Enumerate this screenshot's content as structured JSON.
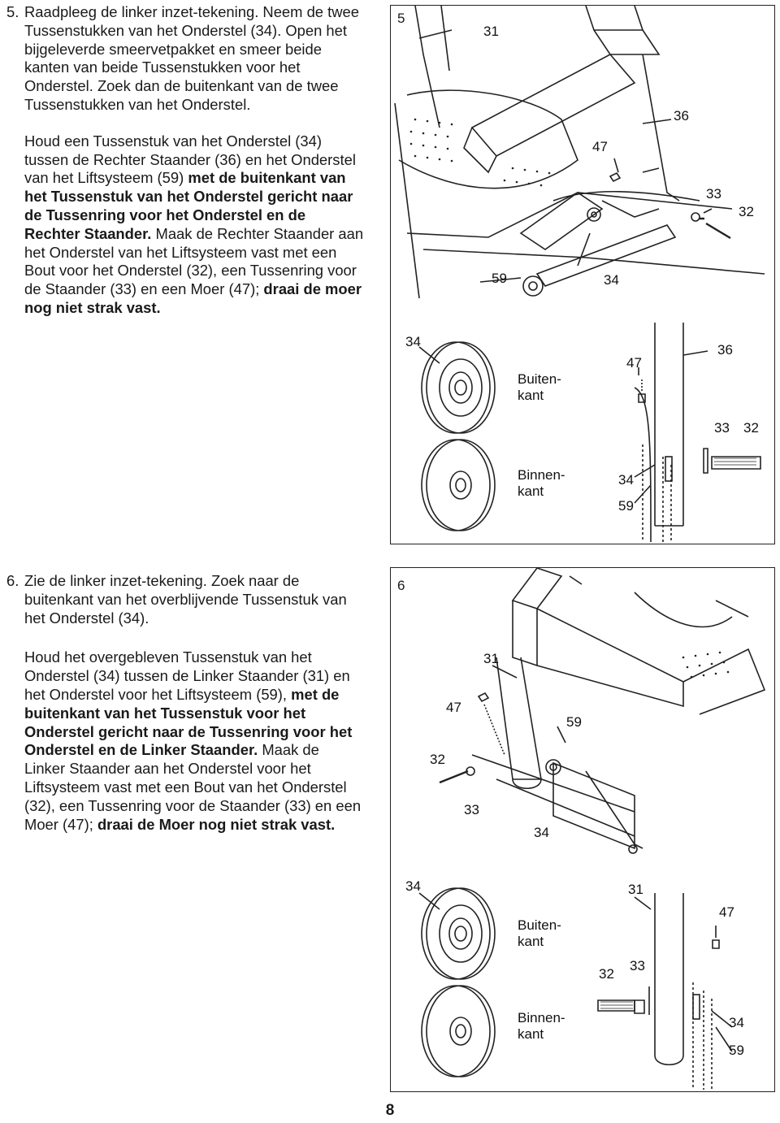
{
  "page_number": "8",
  "step5": {
    "number": "5.",
    "para1": "Raadpleeg de linker inzet-tekening. Neem de twee Tussenstukken van het Onderstel (34). Open het bijgeleverde smeervetpakket en smeer beide kanten van beide Tussenstukken voor het Onderstel. Zoek dan de buitenkant van de twee Tussenstukken van het Onderstel.",
    "p2_a": "Houd een Tussenstuk van het Onderstel (34) tussen de Rechter Staander (36) en het Onderstel van het Liftsysteem (59) ",
    "p2_b": "met de buitenkant van het Tussenstuk van het Onderstel gericht naar de Tussenring voor het Onderstel en de Rechter Staander.",
    "p2_c": " Maak de Rechter Staander aan het Onderstel van het Liftsysteem vast met een Bout voor het Onderstel (32), een Tussenring voor de Staander (33) en een Moer (47); ",
    "p2_d": "draai de moer nog niet strak vast."
  },
  "step6": {
    "number": "6.",
    "para1": "Zie de linker inzet-tekening. Zoek naar de buitenkant van het overblijvende Tussenstuk van het Onderstel (34).",
    "p2_a": "Houd het overgebleven Tussenstuk van het Onderstel (34) tussen de Linker Staander (31) en het Onderstel voor het Liftsysteem (59), ",
    "p2_b": "met de buitenkant van het Tussenstuk voor het Onderstel gericht naar de Tussenring voor het Onderstel en de Linker Staander.",
    "p2_c": " Maak de Linker Staander aan het Onderstel voor het Liftsysteem vast met een Bout van het Onderstel (32), een Tussenring voor de Staander (33) en een Moer (47); ",
    "p2_d": "draai de Moer nog niet strak vast."
  },
  "fig5": {
    "step": "5",
    "labels": {
      "p31": "31",
      "p36": "36",
      "p47a": "47",
      "p33a": "33",
      "p32a": "32",
      "p59a": "59",
      "p34a": "34",
      "p34b": "34",
      "buitenkant": "Buiten- kant",
      "binnenkant": "Binnen- kant",
      "p47b": "47",
      "p36b": "36",
      "p33b": "33",
      "p32b": "32",
      "p34c": "34",
      "p59b": "59"
    }
  },
  "fig6": {
    "step": "6",
    "labels": {
      "p31": "31",
      "p47a": "47",
      "p59a": "59",
      "p32a": "32",
      "p33a": "33",
      "p34a": "34",
      "p34b": "34",
      "buitenkant": "Buiten- kant",
      "binnenkant": "Binnen- kant",
      "p31b": "31",
      "p47b": "47",
      "p32b": "32",
      "p33b": "33",
      "p34c": "34",
      "p59b": "59"
    }
  }
}
